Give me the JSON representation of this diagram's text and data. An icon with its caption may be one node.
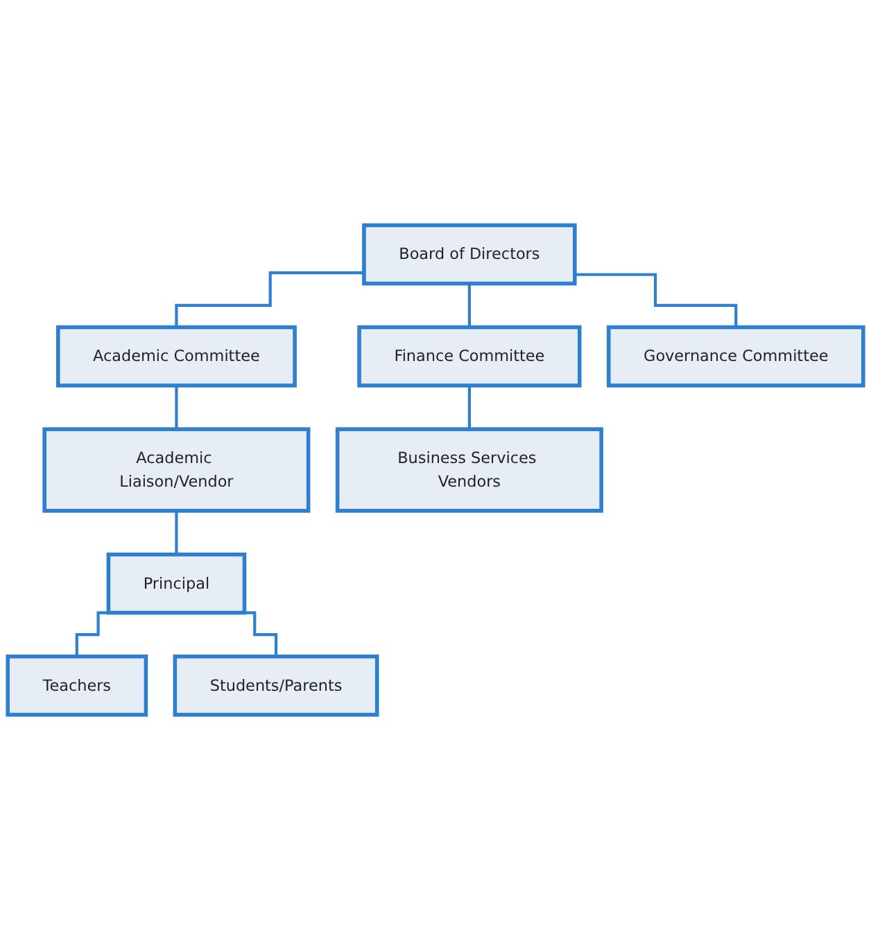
{
  "diagram": {
    "nodes": [
      {
        "text": [
          "Board of Directors"
        ]
      },
      {
        "text": [
          "Academic Committee"
        ]
      },
      {
        "text": [
          "Finance Committee"
        ]
      },
      {
        "text": [
          "Governance Committee"
        ]
      },
      {
        "text": [
          "Academic Liaison/Vendor"
        ]
      },
      {
        "text": [
          "Business Services Vendors"
        ]
      },
      {
        "text": [
          "Principal"
        ]
      },
      {
        "text": [
          "Teachers"
        ]
      },
      {
        "text": [
          "Students/Parents"
        ]
      }
    ],
    "edges": [
      {
        "from": 0,
        "to": 1,
        "arrow": "none"
      },
      {
        "from": 0,
        "to": 2,
        "arrow": "none"
      },
      {
        "from": 0,
        "to": 3,
        "arrow": "none"
      },
      {
        "from": 1,
        "to": 4,
        "arrow": "none"
      },
      {
        "from": 2,
        "to": 5,
        "arrow": "none"
      },
      {
        "from": 4,
        "to": 6,
        "arrow": "none"
      },
      {
        "from": 6,
        "to": 7,
        "arrow": "none"
      },
      {
        "from": 6,
        "to": 8,
        "arrow": "none"
      }
    ]
  }
}
